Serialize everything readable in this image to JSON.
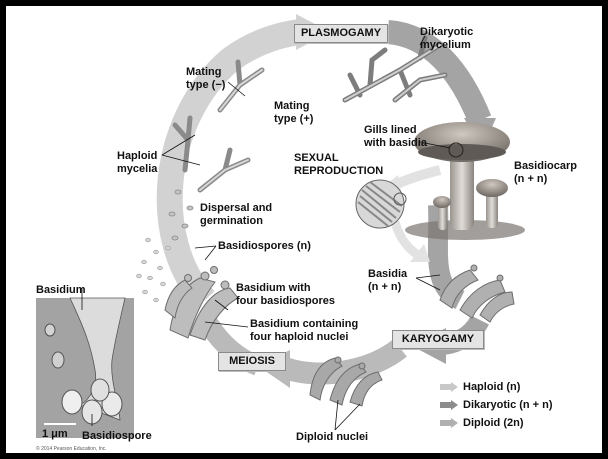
{
  "stages": {
    "plasmogamy": "PLASMOGAMY",
    "karyogamy": "KARYOGAMY",
    "meiosis": "MEIOSIS"
  },
  "center_label": [
    "SEXUAL",
    "REPRODUCTION"
  ],
  "labels": {
    "dikaryotic_mycelium": [
      "Dikaryotic",
      "mycelium"
    ],
    "mating_minus": [
      "Mating",
      "type (−)"
    ],
    "mating_plus": [
      "Mating",
      "type (+)"
    ],
    "gills": [
      "Gills lined",
      "with basidia"
    ],
    "basidiocarp": [
      "Basidiocarp",
      "(n + n)"
    ],
    "haploid_mycelia": [
      "Haploid",
      "mycelia"
    ],
    "dispersal": [
      "Dispersal and",
      "germination"
    ],
    "basidiospores_n": "Basidiospores (n)",
    "basidia_nn": [
      "Basidia",
      "(n + n)"
    ],
    "basidium_four_spores": [
      "Basidium with",
      "four basidiospores"
    ],
    "basidium_four_nuclei": [
      "Basidium containing",
      "four haploid nuclei"
    ],
    "basidium": "Basidium",
    "basidiospore": "Basidiospore",
    "diploid_nuclei": "Diploid nuclei",
    "scale_bar": "1 μm",
    "copyright": "© 2014 Pearson Education, Inc."
  },
  "legend": [
    {
      "text": "Haploid (n)",
      "color": "#c8c8c8"
    },
    {
      "text": "Dikaryotic (n + n)",
      "color": "#8c8c8c"
    },
    {
      "text": "Diploid (2n)",
      "color": "#b0b0b0"
    }
  ]
}
